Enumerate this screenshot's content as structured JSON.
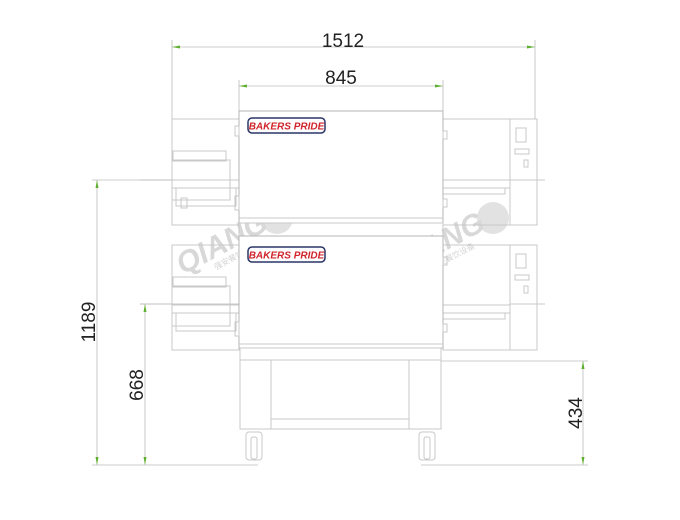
{
  "drawing": {
    "brand_logo": "BAKERS PRIDE",
    "watermark": {
      "text": "QIANG",
      "subtext": "强安餐饮设备"
    },
    "dimensions": {
      "overall_width": "1512",
      "oven_width": "845",
      "overall_height": "1189",
      "conveyor_height": "668",
      "stand_height": "434"
    },
    "colors": {
      "arrow": "#5fb030",
      "logo_red": "#d0242b",
      "logo_border": "#2a3566"
    }
  }
}
